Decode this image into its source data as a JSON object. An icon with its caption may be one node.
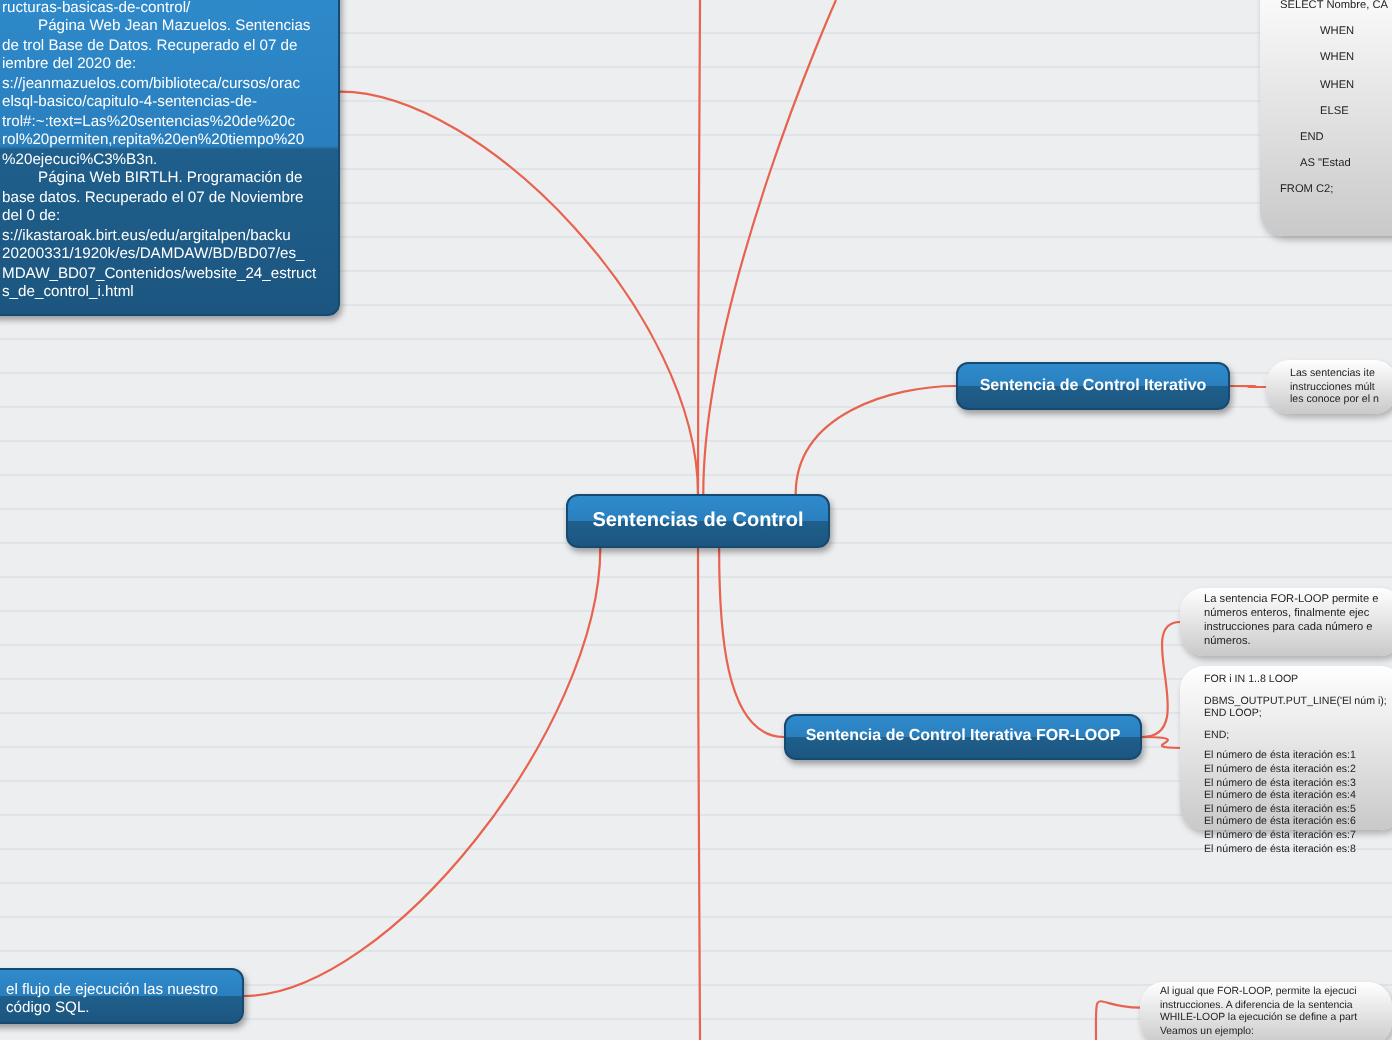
{
  "diagram": {
    "nodes": [
      {
        "text": [
          "Sentencias de Control"
        ]
      },
      {
        "text": [
          "ructuras-basicas-de-control/",
          "Página Web Jean Mazuelos. Sentencias de trol Base de Datos. Recuperado el 07 de iembre del 2020 de: s://jeanmazuelos.com/biblioteca/cursos/orac elsql-basico/capitulo-4-sentencias-de- trol#:~:text=Las%20sentencias%20de%20c rol%20permiten,repita%20en%20tiempo%20 %20ejecuci%C3%B3n.",
          "Página Web BIRTLH. Programación de base datos. Recuperado el 07 de Noviembre del 0 de: s://ikastaroak.birt.eus/edu/argitalpen/backu 20200331/1920k/es/DAMDAW/BD/BD07/es_ MDAW_BD07_Contenidos/website_24_estruct s_de_control_i.html"
        ]
      },
      {
        "text": [
          "el flujo de ejecución las nuestro código SQL."
        ]
      },
      {
        "text": [
          "SELECT Nombre, CA",
          "WHEN",
          "WHEN",
          "WHEN",
          "ELSE",
          "END",
          "AS \"Estad",
          "FROM C2;"
        ]
      },
      {
        "text": [
          "Sentencia de Control Iterativo"
        ]
      },
      {
        "text": [
          "Las sentencias ite instrucciones múlt les conoce por el n"
        ]
      },
      {
        "text": [
          "Sentencia de Control Iterativa FOR-LOOP"
        ]
      },
      {
        "text": [
          "La sentencia FOR-LOOP permite e números enteros, finalmente ejec instrucciones para cada número e números."
        ]
      },
      {
        "text": [
          "FOR i IN 1..8 LOOP",
          "DBMS_OUTPUT.PUT_LINE('El núm i);",
          "END LOOP;",
          "END;",
          "El número de ésta iteración es:1",
          "El número de ésta iteración es:2",
          "El número de ésta iteración es:3",
          "El número de ésta iteración es:4",
          "El número de ésta iteración es:5",
          "El número de ésta iteración es:6",
          "El número de ésta iteración es:7",
          "El número de ésta iteración es:8"
        ]
      },
      {
        "text": [
          "Al igual que FOR-LOOP, permite la ejecuci instrucciones. A diferencia de la sentencia WHILE-LOOP la ejecución se define a part Veamos un ejemplo:"
        ]
      }
    ],
    "edges": [
      {
        "from": 0,
        "to": 1,
        "arrow": "none"
      },
      {
        "from": 0,
        "to": 2,
        "arrow": "none"
      },
      {
        "from": 0,
        "to": null,
        "arrow": "none"
      },
      {
        "from": 0,
        "to": null,
        "arrow": "none"
      },
      {
        "from": 0,
        "to": 4,
        "arrow": "none"
      },
      {
        "from": 4,
        "to": 5,
        "arrow": "none"
      },
      {
        "from": 0,
        "to": 6,
        "arrow": "none"
      },
      {
        "from": 6,
        "to": 7,
        "arrow": "none"
      },
      {
        "from": 6,
        "to": 8,
        "arrow": "none"
      },
      {
        "from": 0,
        "to": null,
        "arrow": "none"
      },
      {
        "from": null,
        "to": 9,
        "arrow": "none"
      }
    ]
  }
}
